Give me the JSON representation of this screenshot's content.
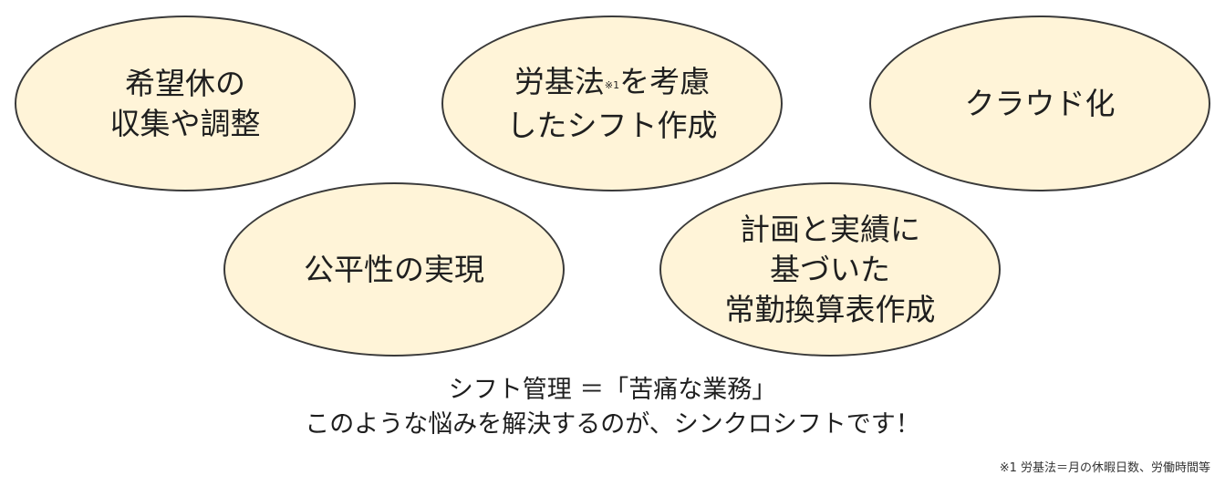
{
  "bubbles": {
    "wish_holidays": {
      "line1": "希望休の",
      "line2": "収集や調整"
    },
    "labor_law": {
      "line1_pre": "労基法",
      "line1_note": "※1",
      "line1_post": "を考慮",
      "line2": "したシフト作成"
    },
    "cloud": {
      "line1": "クラウド化"
    },
    "fairness": {
      "line1": "公平性の実現"
    },
    "staffing_table": {
      "line1": "計画と実績に",
      "line2": "基づいた",
      "line3": "常勤換算表作成"
    }
  },
  "caption": {
    "line1": "シフト管理 ＝「苦痛な業務」",
    "line2": "このような悩みを解決するのが、シンクロシフトです！"
  },
  "footnote": "※1 労基法＝月の休暇日数、労働時間等",
  "colors": {
    "bubble_fill": "#fff4d8",
    "bubble_border": "#3a3a3a",
    "text": "#1f1f1f"
  }
}
